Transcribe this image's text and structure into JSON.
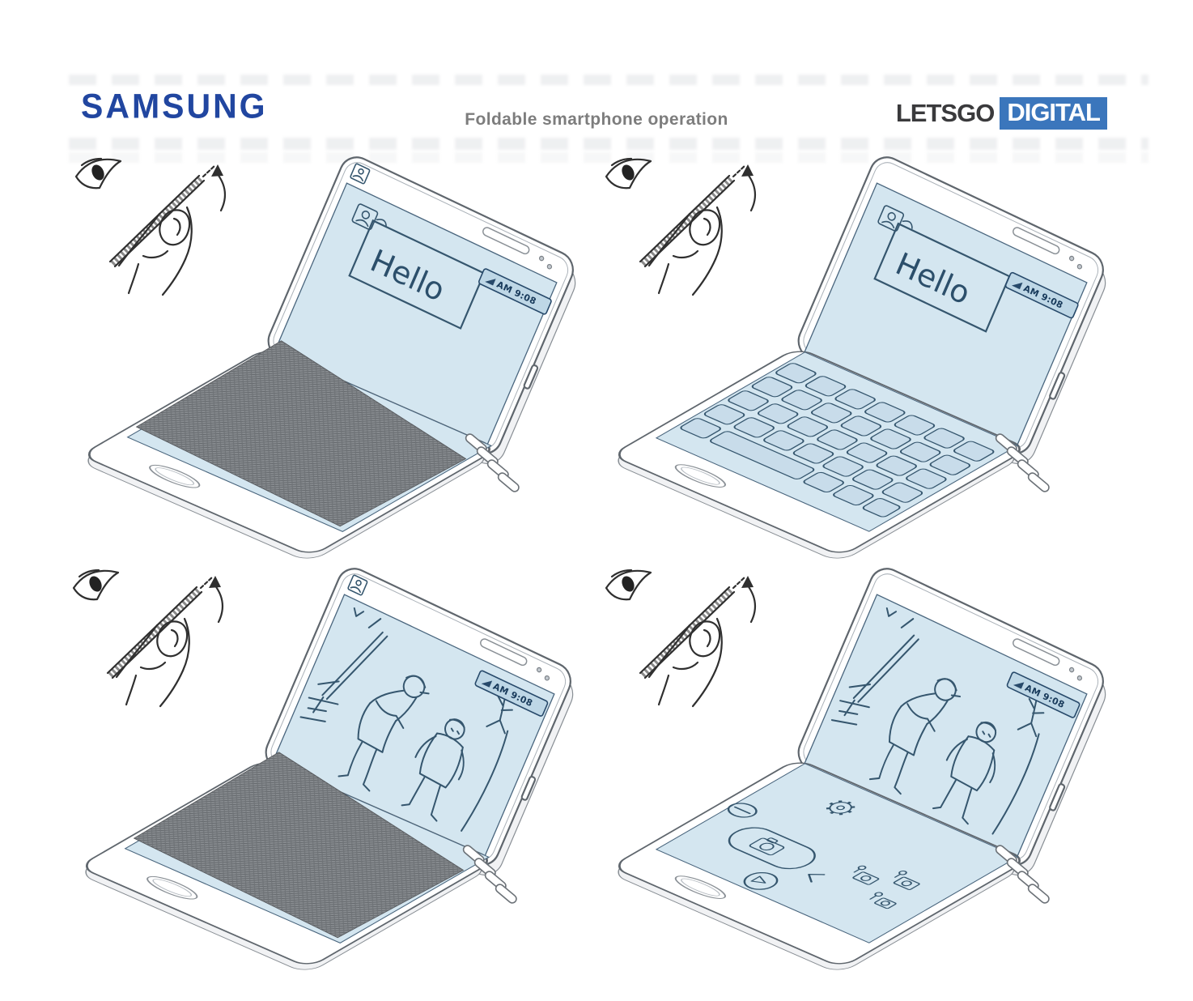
{
  "header": {
    "brand": "SAMSUNG",
    "title": "Foldable smartphone operation",
    "publisher_name": "LETSGO",
    "publisher_suffix": "DIGITAL"
  },
  "colors": {
    "brand_blue": "#2146a0",
    "publisher_dark": "#3a3a3c",
    "publisher_blue": "#3b76bc",
    "title_gray": "#7d7d7d",
    "screen_blue": "#d4e6f0",
    "key_blue": "#c8dcea",
    "ink_blue": "#35566e",
    "pill_fill": "#bed7e6",
    "hatch_gray": "#888c90",
    "outline_gray": "#5f666d"
  },
  "panels": [
    {
      "label": "folded-message",
      "message": "Hello",
      "status_time": "AM 9:08"
    },
    {
      "label": "unfolded-keyboard",
      "message": "Hello",
      "status_time": "AM 9:08"
    },
    {
      "label": "folded-video",
      "status_time": "AM 9:08"
    },
    {
      "label": "unfolded-camera",
      "status_time": "AM 9:08"
    }
  ]
}
